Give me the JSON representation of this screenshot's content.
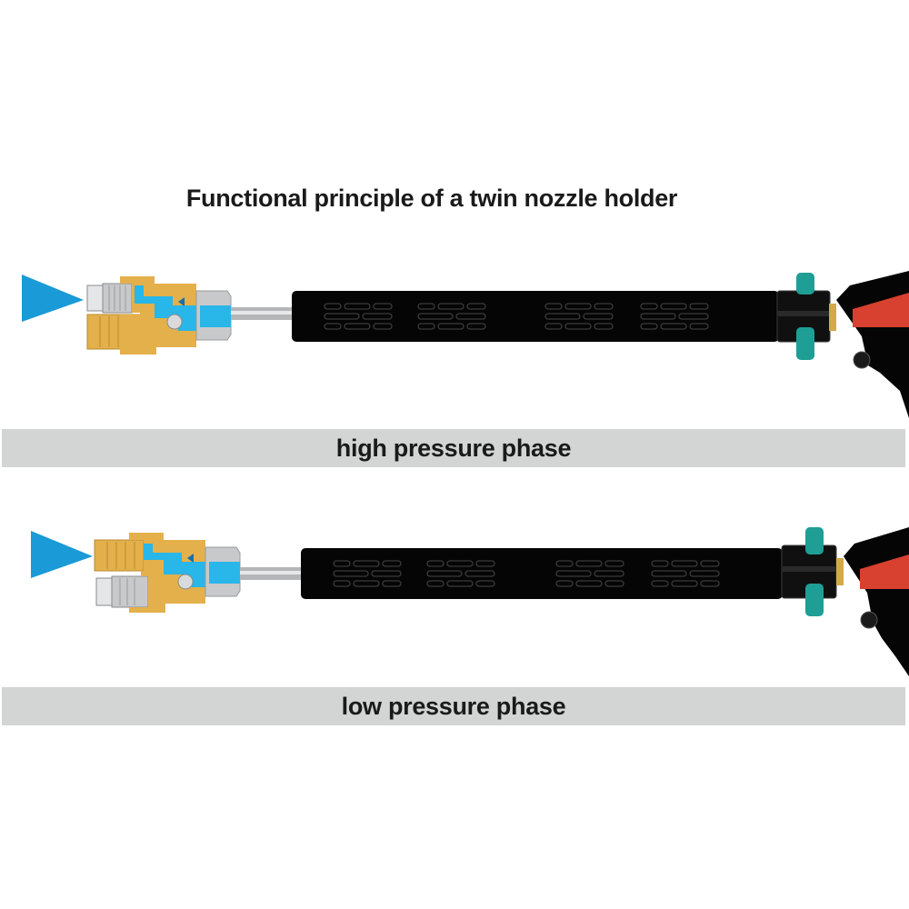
{
  "title": "Functional principle of a twin nozzle holder",
  "phases": [
    {
      "label": "high pressure phase",
      "active_nozzle": "upper-steel",
      "upper_nozzle": "steel",
      "lower_nozzle": "brass"
    },
    {
      "label": "low pressure phase",
      "active_nozzle": "upper-brass",
      "upper_nozzle": "brass",
      "lower_nozzle": "steel"
    }
  ],
  "colors": {
    "spray": "#1a9ad6",
    "water": "#29b6e8",
    "brass": "#e3b04b",
    "steel": "#c8c9cb",
    "grip": "#050505",
    "swivel_ring": "#1e9e95",
    "trigger_red": "#d8402f",
    "phase_bar": "#d3d4d4"
  }
}
